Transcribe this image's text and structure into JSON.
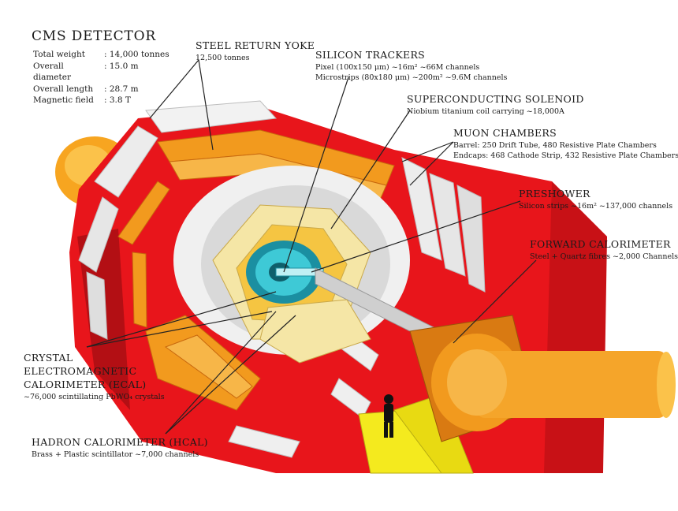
{
  "title": "CMS DETECTOR",
  "specs": [
    {
      "label": "Total weight",
      "value": ": 14,000 tonnes"
    },
    {
      "label": "Overall diameter",
      "value": ": 15.0 m"
    },
    {
      "label": "Overall length",
      "value": ": 28.7 m"
    },
    {
      "label": "Magnetic field",
      "value": ": 3.8 T"
    }
  ],
  "labels": {
    "yoke": {
      "title": "STEEL RETURN YOKE",
      "sub": "12,500 tonnes"
    },
    "trackers": {
      "title": "SILICON TRACKERS",
      "sub1": "Pixel (100x150 μm) ~16m² ~66M channels",
      "sub2": "Microstrips (80x180 μm) ~200m² ~9.6M channels"
    },
    "solenoid": {
      "title": "SUPERCONDUCTING SOLENOID",
      "sub": "Niobium titanium coil carrying ~18,000A"
    },
    "muon": {
      "title": "MUON CHAMBERS",
      "sub1": "Barrel: 250 Drift Tube, 480 Resistive Plate Chambers",
      "sub2": "Endcaps: 468 Cathode Strip, 432 Resistive Plate Chambers"
    },
    "preshower": {
      "title": "PRESHOWER",
      "sub": "Silicon strips ~16m² ~137,000 channels"
    },
    "forward": {
      "title": "FORWARD CALORIMETER",
      "sub": "Steel + Quartz fibres ~2,000 Channels"
    },
    "ecal": {
      "title1": "CRYSTAL",
      "title2": "ELECTROMAGNETIC",
      "title3": "CALORIMETER (ECAL)",
      "sub": "~76,000 scintillating PbWO₄ crystals"
    },
    "hcal": {
      "title": "HADRON CALORIMETER (HCAL)",
      "sub": "Brass + Plastic scintillator ~7,000 channels"
    }
  },
  "colors": {
    "yoke_red": "#e8151b",
    "dark_red": "#a80d10",
    "orange": "#f29a1e",
    "orange_dark": "#c8680e",
    "gold": "#f5c542",
    "yellow": "#f4ea1e",
    "light_yellow": "#f5e6a6",
    "cyan": "#3ec9d6",
    "teal": "#1b8fa1",
    "grey": "#d9d9d9",
    "grey_dark": "#9a9a9a",
    "white": "#f7f7f7"
  }
}
